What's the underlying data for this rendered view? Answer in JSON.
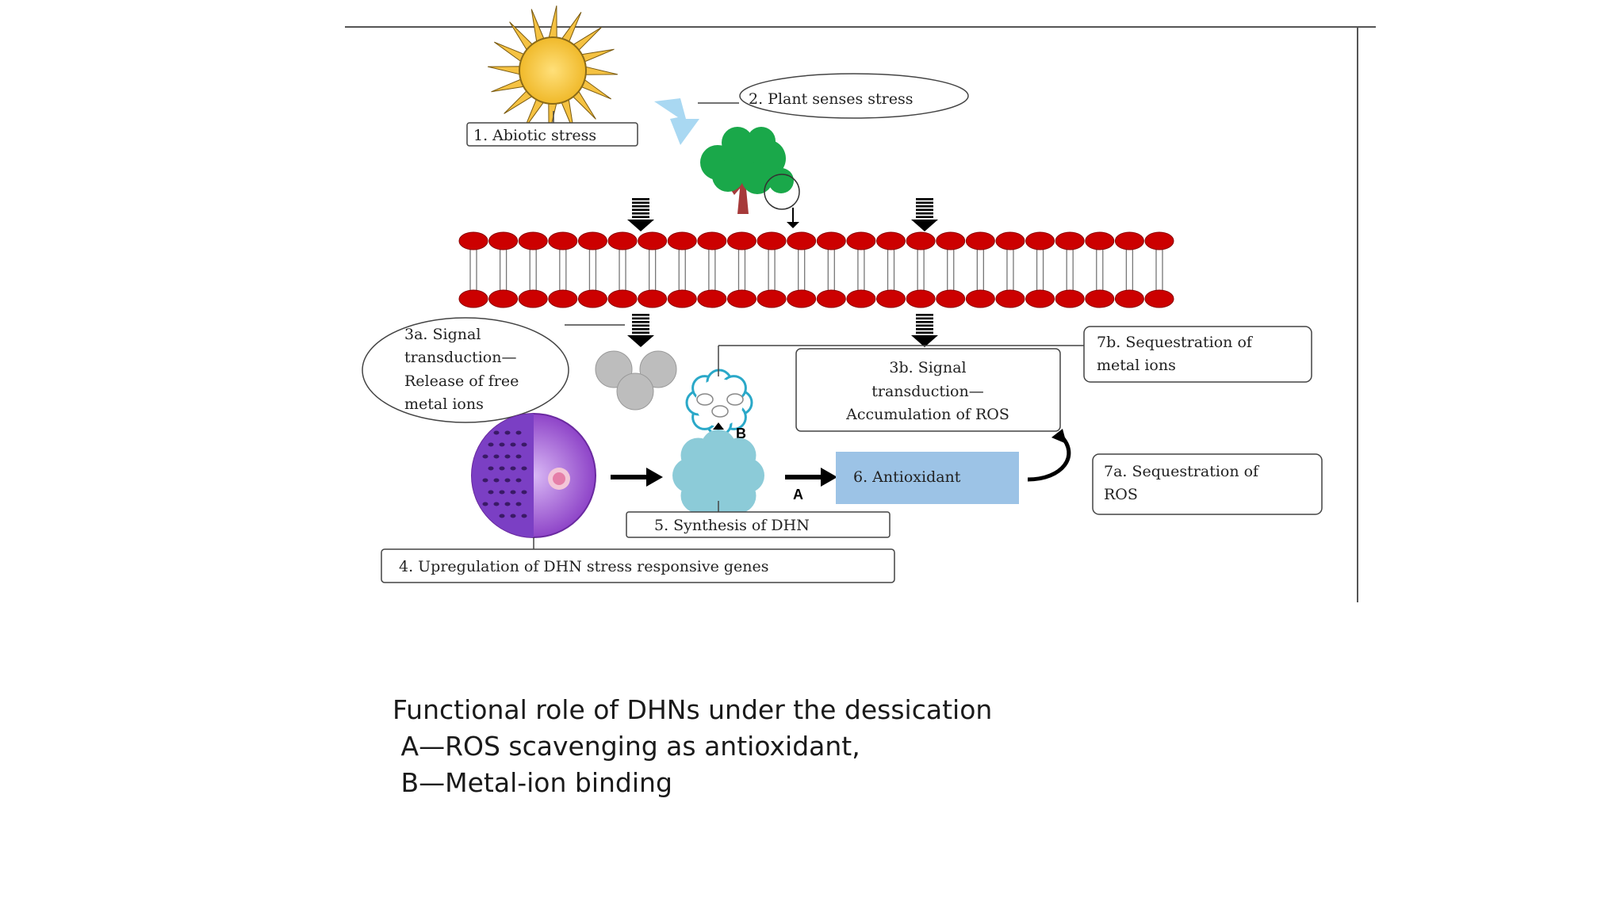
{
  "diagram": {
    "labels": {
      "abiotic_stress": "1. Abiotic stress",
      "plant_senses": "2. Plant senses stress",
      "signal_3a": [
        "3a. Signal",
        "transduction—",
        "Release of free",
        "metal ions"
      ],
      "signal_3b": [
        "3b. Signal",
        "transduction—",
        "Accumulation of ROS"
      ],
      "upregulation": "4. Upregulation of DHN stress responsive genes",
      "synthesis": "5. Synthesis of DHN",
      "antioxidant": "6. Antioxidant",
      "seq_ros": [
        "7a. Sequestration of",
        "ROS"
      ],
      "seq_metal": [
        "7b. Sequestration of",
        "metal ions"
      ],
      "arrow_a": "A",
      "arrow_b": "B"
    },
    "colors": {
      "membrane_head": "#cc0000",
      "sun": "#f5c242",
      "tree": "#1aa84a",
      "antioxidant_box": "#9cc3e6",
      "dhn_cloud": "#8ccbd8",
      "metal_ions": "#bdbdbd",
      "cell": "#9b59d0"
    }
  },
  "caption": {
    "line1": "Functional role of DHNs under the dessication",
    "line2": " A—ROS scavenging as antioxidant,",
    "line3": " B—Metal-ion binding"
  }
}
